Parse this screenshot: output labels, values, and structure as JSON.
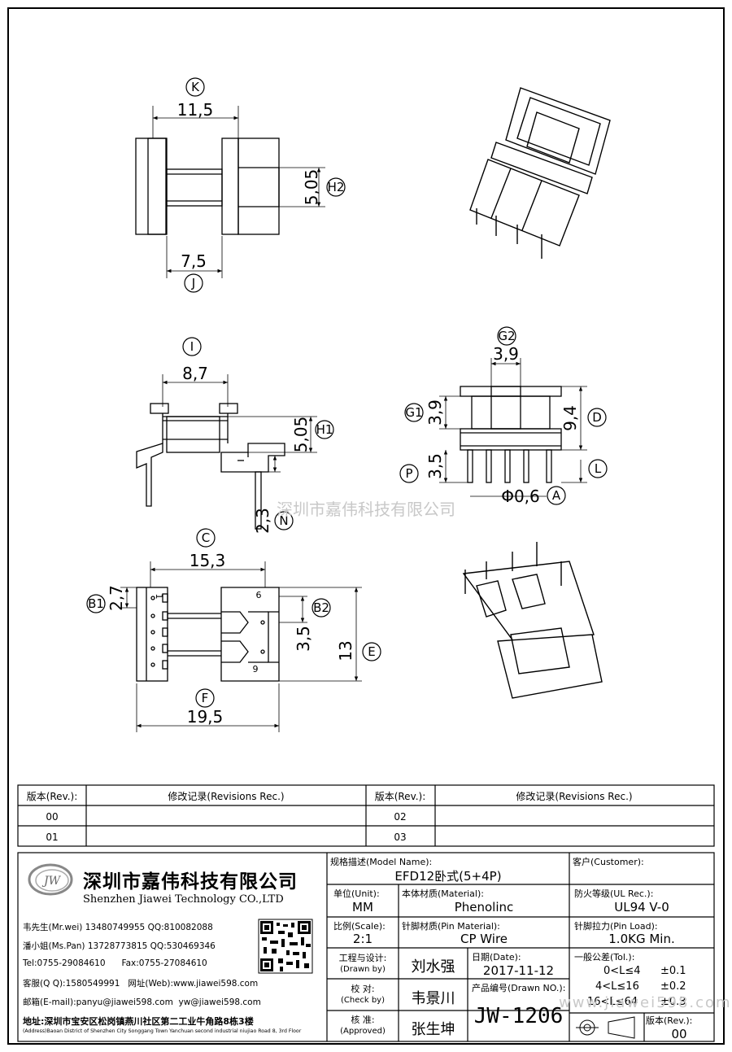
{
  "drawing": {
    "watermark": "深圳市嘉伟科技有限公司",
    "dimensions": [
      {
        "letter": "K",
        "value": "11,5"
      },
      {
        "letter": "H2",
        "value": "5,05"
      },
      {
        "letter": "J",
        "value": "7,5"
      },
      {
        "letter": "I",
        "value": "8,7"
      },
      {
        "letter": "H1",
        "value": "5,05"
      },
      {
        "letter": "N",
        "value": "2,3"
      },
      {
        "letter": "G2",
        "value": "3,9"
      },
      {
        "letter": "G1",
        "value": "3,9"
      },
      {
        "letter": "D",
        "value": "9,4"
      },
      {
        "letter": "P",
        "value": "3,5"
      },
      {
        "letter": "L",
        "value": ""
      },
      {
        "letter": "A",
        "value": "Φ0,6"
      },
      {
        "letter": "C",
        "value": "15,3"
      },
      {
        "letter": "B1",
        "value": "2,7"
      },
      {
        "letter": "B2",
        "value": "3,5"
      },
      {
        "letter": "E",
        "value": "13"
      },
      {
        "letter": "F",
        "value": "19,5"
      }
    ],
    "pin_numbers": [
      "1",
      "6",
      "9"
    ]
  },
  "revisions": {
    "rev_header": "版本(Rev.):",
    "rec_header": "修改记录(Revisions Rec.)",
    "rows": [
      {
        "left_rev": "00",
        "left_rec": "",
        "right_rev": "02",
        "right_rec": ""
      },
      {
        "left_rev": "01",
        "left_rec": "",
        "right_rev": "03",
        "right_rec": ""
      }
    ]
  },
  "company": {
    "logo_text": "JW",
    "name_cn": "深圳市嘉伟科技有限公司",
    "name_en": "Shenzhen Jiawei Technology CO.,LTD",
    "contacts": [
      {
        "line": "韦先生(Mr.wei) 13480749955 QQ:810082088"
      },
      {
        "line": "潘小姐(Ms.Pan) 13728773815 QQ:530469346"
      },
      {
        "line": "Tel:0755-29084610      Fax:0755-27084610"
      },
      {
        "line": "客服(Q Q):1580549991   网址(Web):www.jiawei598.com"
      },
      {
        "line": "邮箱(E-mail):panyu@jiawei598.com  yw@jiawei598.com"
      },
      {
        "line": "地址:深圳市宝安区松岗镇燕川社区第二工业牛角路8栋3楼"
      }
    ],
    "address_en": "(Address)Baoan District of Shenzhen City Songgang Town Yanchuan  second industrial niujiao Road 8, 3rd Floor"
  },
  "title_block": {
    "model_label": "规格描述(Model Name):",
    "model_value": "EFD12卧式(5+4P)",
    "customer_label": "客户(Customer):",
    "customer_value": "",
    "unit_label": "单位(Unit):",
    "unit_value": "MM",
    "material_label": "本体材质(Material):",
    "material_value": "Phenolinc",
    "ul_label": "防火等级(UL Rec.):",
    "ul_value": "UL94 V-0",
    "scale_label": "比例(Scale):",
    "scale_value": "2:1",
    "pin_material_label": "针脚材质(Pin Material):",
    "pin_material_value": "CP Wire",
    "pin_load_label": "针脚拉力(Pin Load):",
    "pin_load_value": "1.0KG Min.",
    "drawn_label_cn": "工程与设计:",
    "drawn_label_en": "(Drawn by)",
    "drawn_value": "刘水强",
    "date_label": "日期(Date):",
    "date_value": "2017-11-12",
    "check_label_cn": "校 对:",
    "check_label_en": "(Check by)",
    "check_value": "韦景川",
    "drawing_no_label": "产品编号(Drawn NO.):",
    "drawing_no_value": "JW-1206",
    "approved_label_cn": "核 准:",
    "approved_label_en": "(Approved)",
    "approved_value": "张生坤",
    "tolerance_label": "一般公差(Tol.):",
    "tolerances": [
      {
        "range": "0<L≤4",
        "tol": "±0.1"
      },
      {
        "range": "4<L≤16",
        "tol": "±0.2"
      },
      {
        "range": "16<L≤64",
        "tol": "±0.3"
      }
    ],
    "rev_label": "版本(Rev.):",
    "rev_value": "00",
    "watermark_url": "www.jiawei598.com"
  }
}
